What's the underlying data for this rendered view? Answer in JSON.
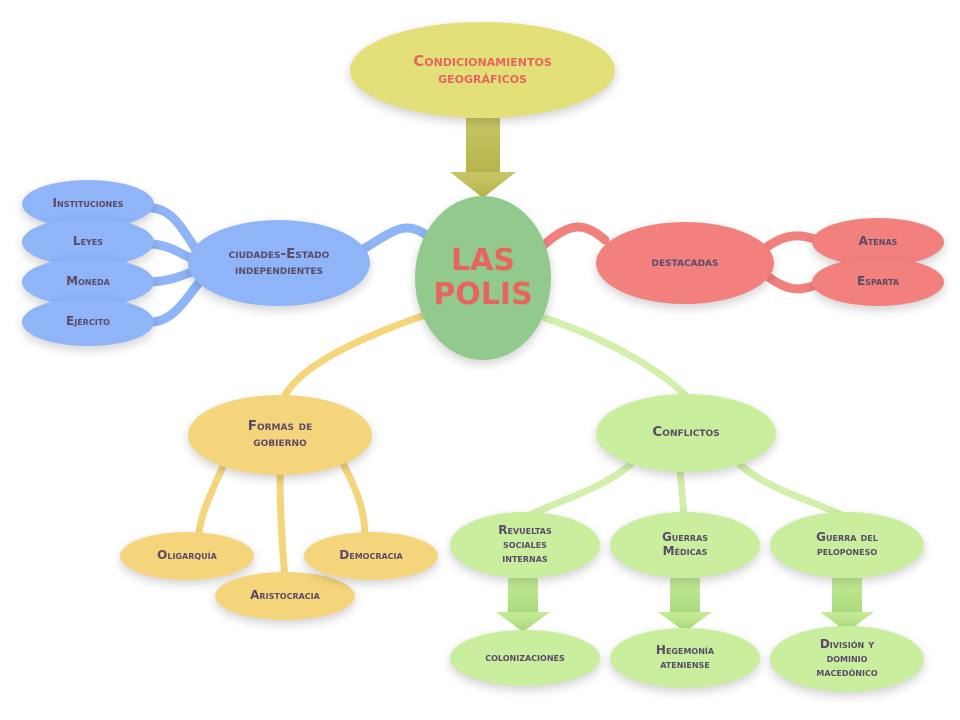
{
  "map": {
    "center": "LAS\nPOLIS",
    "geo": "Condicionamientos\ngeográficos",
    "ciudades": {
      "title": "ciudades-Estado\nindependientes",
      "items": [
        "Instituciones",
        "Leyes",
        "Moneda",
        "Ejército"
      ]
    },
    "destacadas": {
      "title": "destacadas",
      "items": [
        "Atenas",
        "Esparta"
      ]
    },
    "formas": {
      "title": "Formas de\ngobierno",
      "items": [
        "Oligarquía",
        "Aristocracia",
        "Democracia"
      ]
    },
    "conflictos": {
      "title": "Conflictos",
      "items": [
        {
          "label": "Revueltas\nsociales\ninternas",
          "result": "colonizaciones"
        },
        {
          "label": "Guerras\nMédicas",
          "result": "Hegemonía\nateniense"
        },
        {
          "label": "Guerra del\npeloponeso",
          "result": "División y\ndominio\nmacedónico"
        }
      ]
    }
  },
  "colors": {
    "blue": "#8fb4f7",
    "red": "#f2817e",
    "yellow": "#f5d57c",
    "green": "#c9ee9e",
    "olive": "#d6d35e",
    "center": "#92c98c",
    "center_text": "#e8645e",
    "geo_text": "#e8645e"
  }
}
